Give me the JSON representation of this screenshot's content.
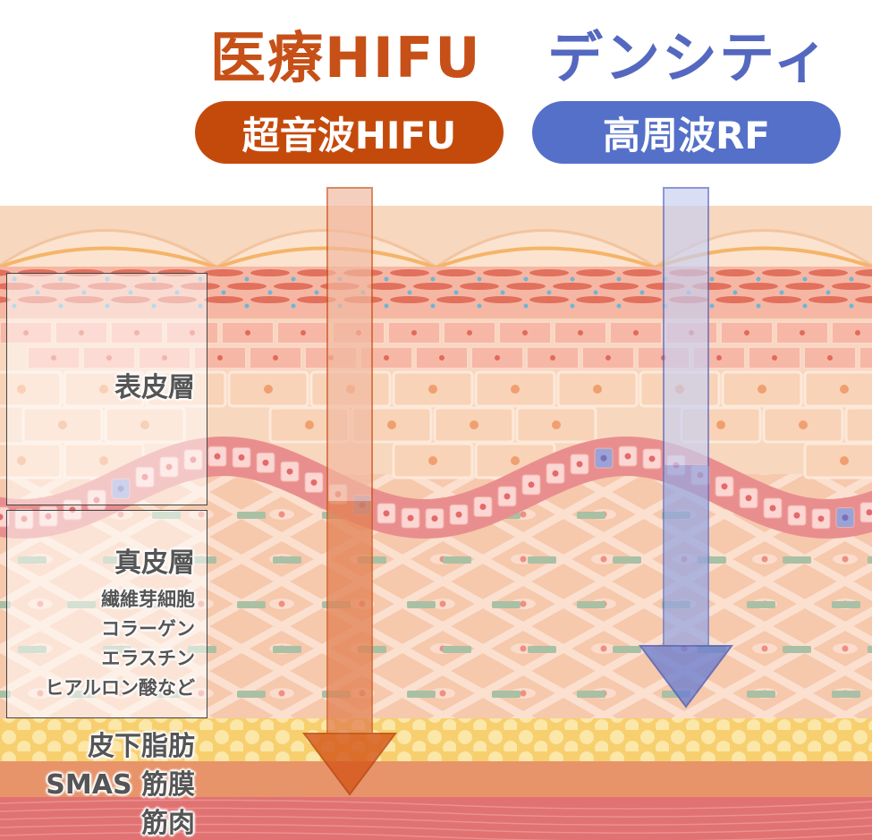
{
  "left_method": {
    "title": "医療HIFU",
    "badge": "超音波HIFU",
    "color": "#c44a0c"
  },
  "right_method": {
    "title": "デンシティ",
    "badge": "高周波RF",
    "color": "#5470c8"
  },
  "layers": {
    "epidermis": "表皮層",
    "dermis": "真皮層",
    "dermis_components": [
      "繊維芽細胞",
      "コラーゲン",
      "エラスチン",
      "ヒアルロン酸など"
    ],
    "subcutaneous_fat": "皮下脂肪",
    "smas": "SMAS 筋膜",
    "muscle": "筋肉"
  },
  "colors": {
    "fat": "#f7cf6e",
    "smas": "#e8946a",
    "muscle": "#e07272",
    "dermis": "#f6c9ad",
    "epidermis": "#f7d7bd"
  }
}
